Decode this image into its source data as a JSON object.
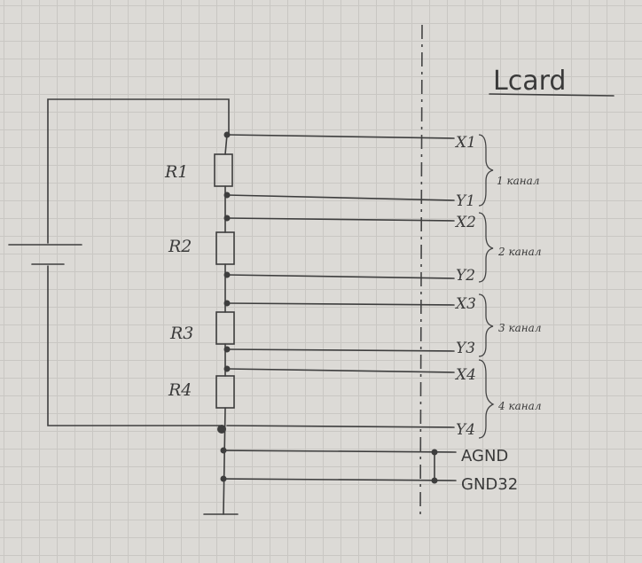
{
  "board_label": "Lcard",
  "resistors": [
    "R1",
    "R2",
    "R3",
    "R4"
  ],
  "channel_pins": [
    {
      "x": "X1",
      "y": "Y1",
      "channel": "1 канал"
    },
    {
      "x": "X2",
      "y": "Y2",
      "channel": "2 канал"
    },
    {
      "x": "X3",
      "y": "Y3",
      "channel": "3 канал"
    },
    {
      "x": "X4",
      "y": "Y4",
      "channel": "4 канал"
    }
  ],
  "ground_pins": [
    "AGND",
    "GND32"
  ]
}
